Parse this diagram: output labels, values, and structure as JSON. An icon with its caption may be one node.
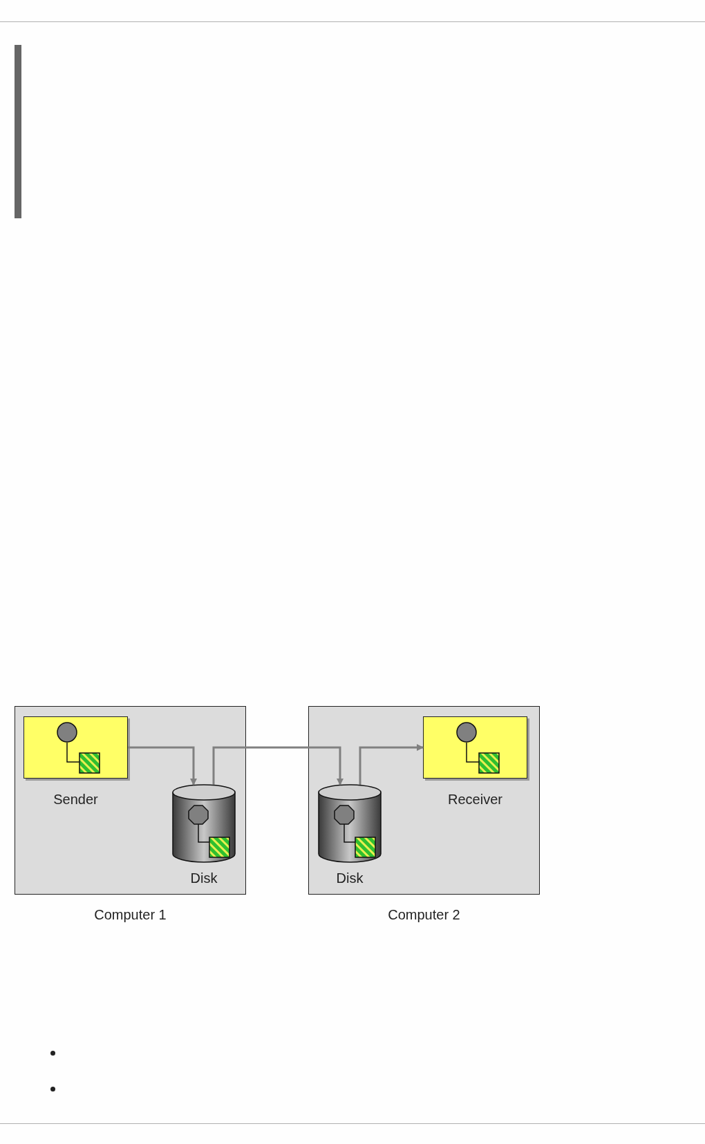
{
  "diagram": {
    "nodes": [
      {
        "text": [
          "Computer 1"
        ]
      },
      {
        "text": [
          "Sender"
        ],
        "in": 0
      },
      {
        "text": [
          "Disk"
        ],
        "in": 0
      },
      {
        "text": [
          "Computer 2"
        ]
      },
      {
        "text": [
          "Disk"
        ],
        "in": 3
      },
      {
        "text": [
          "Receiver"
        ],
        "in": 3
      }
    ],
    "edges": [
      {
        "from": 1,
        "to": 2,
        "arrow": "to"
      },
      {
        "from": 2,
        "to": 4,
        "arrow": "to"
      },
      {
        "from": 4,
        "to": 5,
        "arrow": "to"
      }
    ]
  }
}
